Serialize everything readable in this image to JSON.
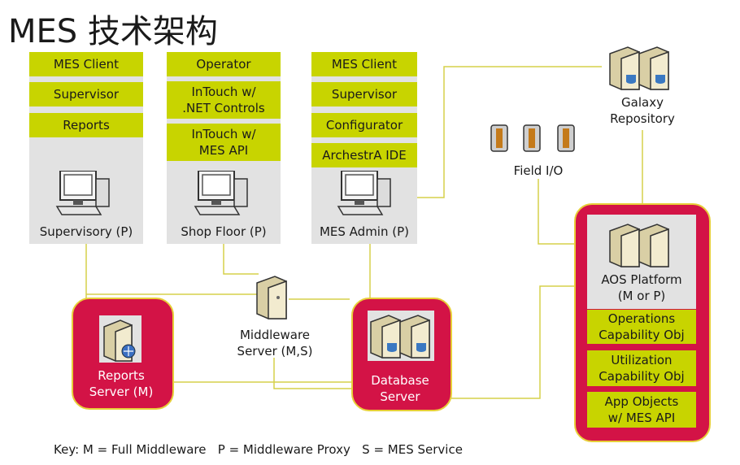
{
  "title": "MES 技术架构",
  "columns": {
    "supervisory": {
      "items": [
        "MES Client",
        "Supervisor",
        "Reports"
      ],
      "node_label": "Supervisory (P)"
    },
    "shopfloor": {
      "items": [
        "Operator",
        "InTouch w/\n.NET Controls",
        "InTouch w/\nMES API"
      ],
      "node_label": "Shop Floor (P)"
    },
    "admin": {
      "items": [
        "MES Client",
        "Supervisor",
        "Configurator",
        "ArchestrA IDE"
      ],
      "node_label": "MES Admin (P)"
    }
  },
  "nodes": {
    "galaxy": "Galaxy\nRepository",
    "field_io": "Field I/O",
    "middleware": "Middleware\nServer (M,S)",
    "reports_server": "Reports\nServer (M)",
    "database_server": "Database\nServer",
    "aos": {
      "label": "AOS Platform\n(M or P)",
      "items": [
        "Operations\nCapability Obj",
        "Utilization\nCapability Obj",
        "App Objects\nw/ MES API"
      ]
    }
  },
  "key": "Key: M = Full Middleware   P = Middleware Proxy   S = MES Service",
  "colors": {
    "accent_green": "#c8d400",
    "panel_gray": "#e2e2e2",
    "server_red": "#d31346",
    "wire_yellow": "#e7cf38"
  }
}
